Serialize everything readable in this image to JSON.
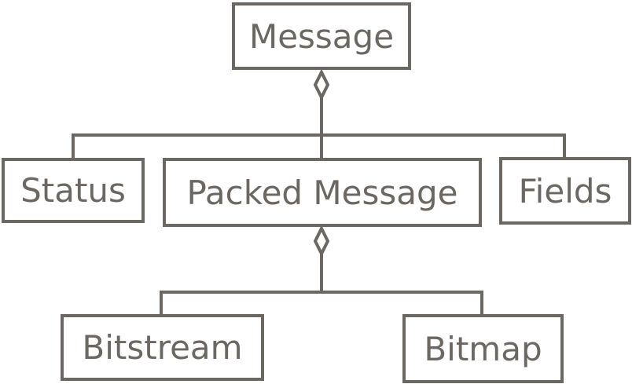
{
  "diagram": {
    "title": "",
    "colors": {
      "stroke": "#6b6762",
      "text": "#6b6762",
      "background": "#ffffff"
    },
    "nodes": [
      {
        "id": "message",
        "label": "Message"
      },
      {
        "id": "status",
        "label": "Status"
      },
      {
        "id": "packed_message",
        "label": "Packed Message"
      },
      {
        "id": "fields",
        "label": "Fields"
      },
      {
        "id": "bitstream",
        "label": "Bitstream"
      },
      {
        "id": "bitmap",
        "label": "Bitmap"
      }
    ],
    "edges": [
      {
        "from": "message",
        "to": "status",
        "type": "aggregation"
      },
      {
        "from": "message",
        "to": "packed_message",
        "type": "aggregation"
      },
      {
        "from": "message",
        "to": "fields",
        "type": "aggregation"
      },
      {
        "from": "packed_message",
        "to": "bitstream",
        "type": "aggregation"
      },
      {
        "from": "packed_message",
        "to": "bitmap",
        "type": "aggregation"
      }
    ]
  }
}
